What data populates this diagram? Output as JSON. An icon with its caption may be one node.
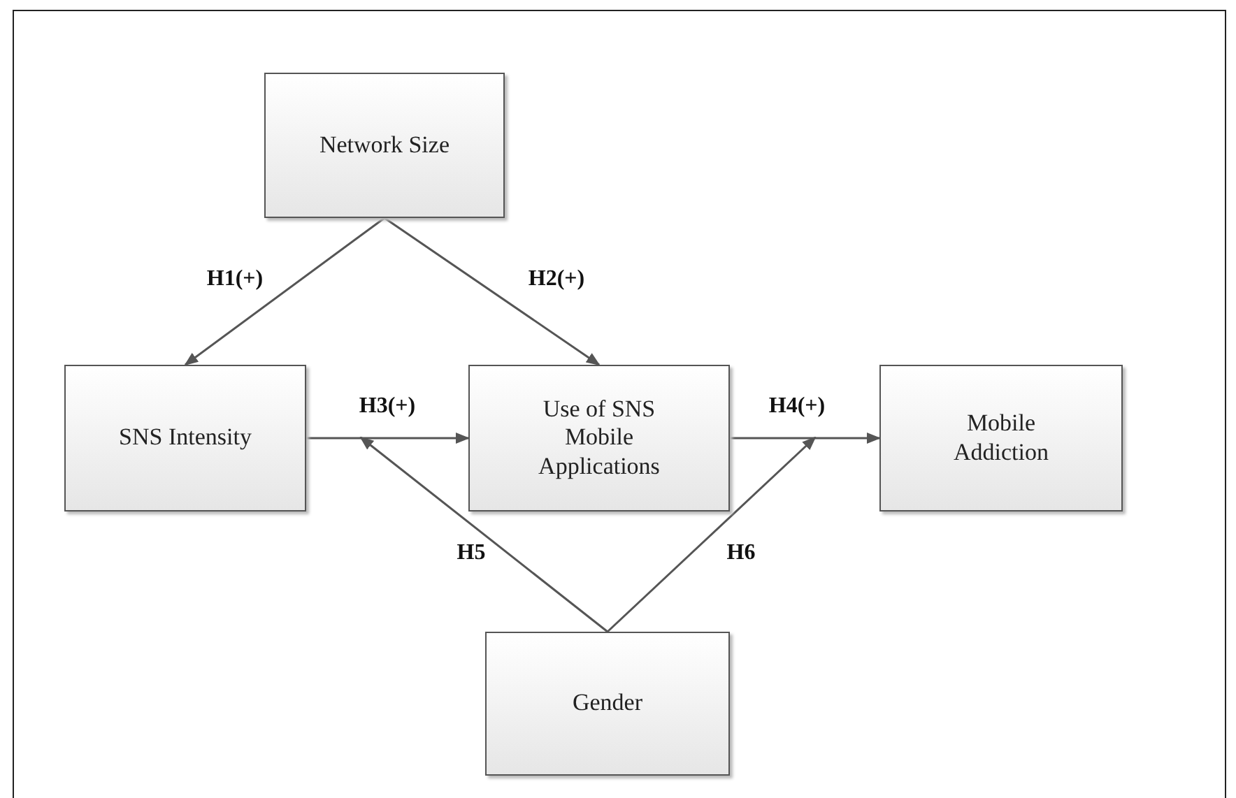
{
  "diagram": {
    "nodes": [
      {
        "text": [
          "Network Size"
        ]
      },
      {
        "text": [
          "SNS Intensity"
        ]
      },
      {
        "text": [
          "Use of SNS Mobile Applications"
        ]
      },
      {
        "text": [
          "Mobile Addiction"
        ]
      },
      {
        "text": [
          "Gender"
        ]
      }
    ],
    "edges": [
      {
        "from": 0,
        "to": 1,
        "arrow": "to",
        "label": "H1(+)"
      },
      {
        "from": 0,
        "to": 2,
        "arrow": "to",
        "label": "H2(+)"
      },
      {
        "from": 1,
        "to": 2,
        "arrow": "to",
        "label": "H3(+)"
      },
      {
        "from": 2,
        "to": 3,
        "arrow": "to",
        "label": "H4(+)"
      },
      {
        "from": 4,
        "to": null,
        "arrow": "to",
        "label": "H5"
      },
      {
        "from": 4,
        "to": null,
        "arrow": "to",
        "label": "H6"
      }
    ]
  }
}
